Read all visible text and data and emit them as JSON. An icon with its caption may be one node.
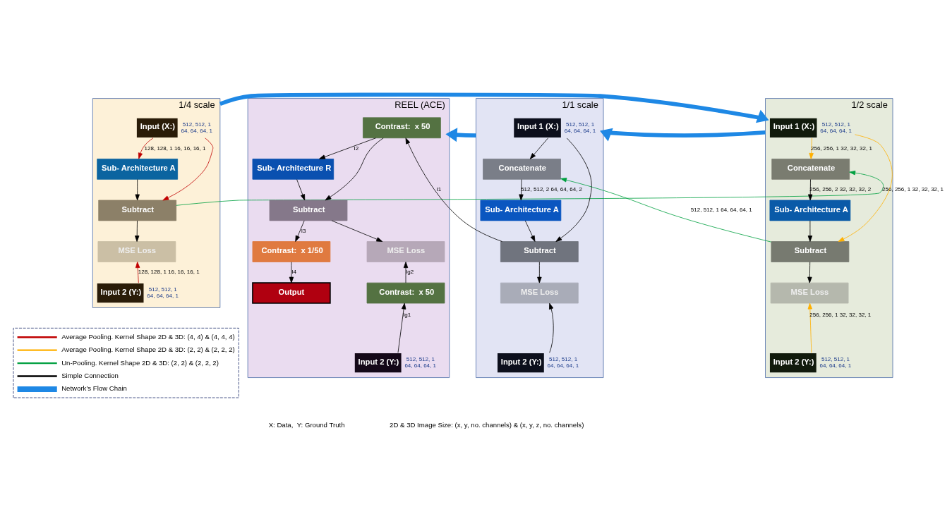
{
  "diagram": {
    "nodes": [
      {
        "text": [
          "1/4 scale"
        ]
      },
      {
        "text": [
          "Input (X:)"
        ],
        "in": 0,
        "beside": [
          "512, 512, 1",
          "64, 64, 64, 1"
        ]
      },
      {
        "text": [
          "Sub- Architecture A"
        ],
        "in": 0
      },
      {
        "text": [
          "Subtract"
        ],
        "in": 0
      },
      {
        "text": [
          "MSE Loss"
        ],
        "in": 0
      },
      {
        "text": [
          "Input 2 (Y:)"
        ],
        "in": 0,
        "beside": [
          "512, 512, 1",
          "64, 64, 64, 1"
        ]
      },
      {
        "text": [
          "1/2 scale"
        ]
      },
      {
        "text": [
          "Input 1 (X:)"
        ],
        "in": 6,
        "beside": [
          "512, 512, 1",
          "64, 64, 64, 1"
        ]
      },
      {
        "text": [
          "Concatenate"
        ],
        "in": 6
      },
      {
        "text": [
          "Sub- Architecture A"
        ],
        "in": 6
      },
      {
        "text": [
          "Subtract"
        ],
        "in": 6
      },
      {
        "text": [
          "MSE Loss"
        ],
        "in": 6
      },
      {
        "text": [
          "Input 2 (Y:)"
        ],
        "in": 6,
        "beside": [
          "512, 512, 1",
          "64, 64, 64, 1"
        ]
      },
      {
        "text": [
          "1/1 scale"
        ]
      },
      {
        "text": [
          "Input 1 (X:)"
        ],
        "in": 13,
        "beside": [
          "512, 512, 1",
          "64, 64, 64, 1"
        ]
      },
      {
        "text": [
          "Concatenate"
        ],
        "in": 13
      },
      {
        "text": [
          "Sub- Architecture A"
        ],
        "in": 13
      },
      {
        "text": [
          "Subtract"
        ],
        "in": 13
      },
      {
        "text": [
          "MSE Loss"
        ],
        "in": 13
      },
      {
        "text": [
          "Input 2 (Y:)"
        ],
        "in": 13,
        "beside": [
          "512, 512, 1",
          "64, 64, 64, 1"
        ]
      },
      {
        "text": [
          "REEL (ACE)"
        ]
      },
      {
        "text": [
          "Contrast:  x 50"
        ],
        "in": 20
      },
      {
        "text": [
          "Sub- Architecture R"
        ],
        "in": 20
      },
      {
        "text": [
          "Subtract"
        ],
        "in": 20
      },
      {
        "text": [
          "Contrast:  x 1/50"
        ],
        "in": 20
      },
      {
        "text": [
          "MSE Loss"
        ],
        "in": 20
      },
      {
        "text": [
          "Contrast:  x 50"
        ],
        "in": 20
      },
      {
        "text": [
          "Output"
        ],
        "in": 20
      },
      {
        "text": [
          "Input 2 (Y:)"
        ],
        "in": 20,
        "beside": [
          "512, 512, 1",
          "64, 64, 64, 1"
        ]
      }
    ],
    "edges": [
      {
        "from": 1,
        "to": 2,
        "arrow": "to",
        "label": "128, 128, 1 16, 16, 16, 1",
        "color": "#c00000"
      },
      {
        "from": 1,
        "to": 3,
        "arrow": "to",
        "color": "#c00000"
      },
      {
        "from": 2,
        "to": 3,
        "arrow": "to"
      },
      {
        "from": 3,
        "to": 4,
        "arrow": "to"
      },
      {
        "from": 5,
        "to": 4,
        "arrow": "to",
        "label": "128, 128, 1 16, 16, 16, 1",
        "color": "#c00000"
      },
      {
        "from": 3,
        "to": 8,
        "arrow": "to",
        "label": "256, 256, 1 32, 32, 32, 1",
        "color": "#00a040"
      },
      {
        "from": 7,
        "to": 8,
        "arrow": "to",
        "label": "256, 256, 1 32, 32, 32, 1",
        "color": "#ffb000"
      },
      {
        "from": 7,
        "to": 10,
        "arrow": "to",
        "color": "#ffb000"
      },
      {
        "from": 8,
        "to": 9,
        "arrow": "to",
        "label": "256, 256, 2 32, 32, 32, 2"
      },
      {
        "from": 9,
        "to": 10,
        "arrow": "to"
      },
      {
        "from": 10,
        "to": 11,
        "arrow": "to"
      },
      {
        "from": 12,
        "to": 11,
        "arrow": "to",
        "label": "256, 256, 1 32, 32, 32, 1",
        "color": "#ffb000"
      },
      {
        "from": 10,
        "to": 15,
        "arrow": "to",
        "label": "512, 512, 1 64, 64, 64, 1",
        "color": "#00a040"
      },
      {
        "from": 14,
        "to": 15,
        "arrow": "to"
      },
      {
        "from": 14,
        "to": 17,
        "arrow": "to"
      },
      {
        "from": 15,
        "to": 16,
        "arrow": "to",
        "label": "512, 512, 2 64, 64, 64, 2"
      },
      {
        "from": 16,
        "to": 17,
        "arrow": "to"
      },
      {
        "from": 17,
        "to": 18,
        "arrow": "to"
      },
      {
        "from": 19,
        "to": 18,
        "arrow": "to"
      },
      {
        "from": 17,
        "to": 21,
        "arrow": "to",
        "label": "I1"
      },
      {
        "from": 21,
        "to": 22,
        "arrow": "to",
        "label": "I2"
      },
      {
        "from": 21,
        "to": 23,
        "arrow": "to"
      },
      {
        "from": 22,
        "to": 23,
        "arrow": "to"
      },
      {
        "from": 23,
        "to": 24,
        "arrow": "to",
        "label": "I3"
      },
      {
        "from": 23,
        "to": 25,
        "arrow": "to"
      },
      {
        "from": 24,
        "to": 27,
        "arrow": "to",
        "label": "I4"
      },
      {
        "from": 28,
        "to": 26,
        "arrow": "to",
        "label": "Ig1"
      },
      {
        "from": 26,
        "to": 25,
        "arrow": "to",
        "label": "Ig2"
      },
      {
        "from": 0,
        "to": 6,
        "arrow": "to",
        "style": "thick",
        "color": "#1e88e5"
      },
      {
        "from": 6,
        "to": 13,
        "arrow": "to",
        "style": "thick",
        "color": "#1e88e5"
      },
      {
        "from": 13,
        "to": 20,
        "arrow": "to",
        "style": "thick",
        "color": "#1e88e5"
      }
    ],
    "labels": [
      "X: Data,  Y: Ground Truth",
      "2D & 3D Image Size: (x, y, no. channels) & (x, y, z, no. channels)"
    ],
    "legend": [
      {
        "text": "Average Pooling. Kernel Shape 2D & 3D: (4, 4) & (4, 4, 4)",
        "color": "#c00000"
      },
      {
        "text": "Average Pooling. Kernel Shape 2D & 3D: (2, 2) & (2, 2, 2)",
        "color": "#ffb000"
      },
      {
        "text": "Un-Pooling. Kernel Shape 2D & 3D: (2, 2) & (2, 2, 2)",
        "color": "#00a040"
      },
      {
        "text": "Simple Connection",
        "color": "#000000"
      },
      {
        "text": "Network’s Flow Chain",
        "color": "#1e88e5"
      }
    ]
  }
}
